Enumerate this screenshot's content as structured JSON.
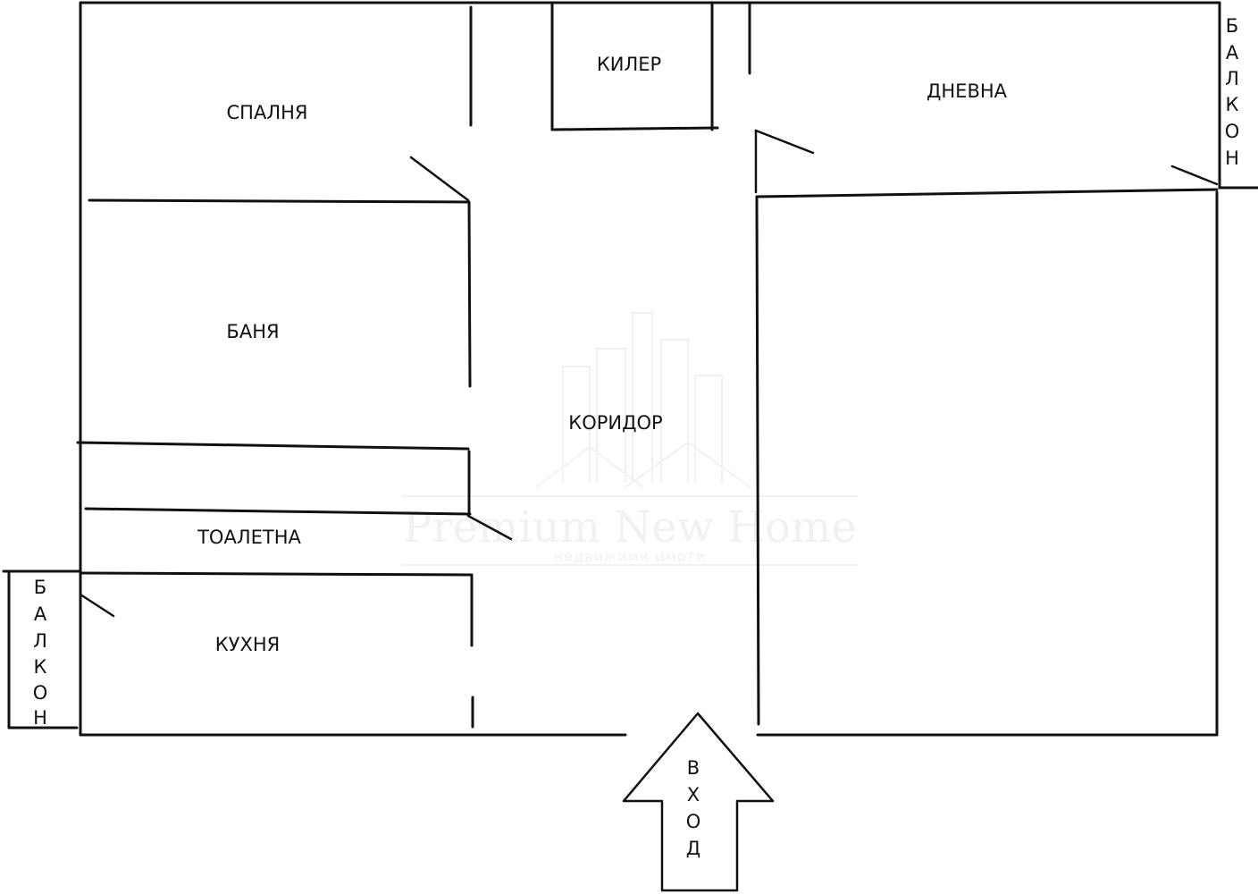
{
  "rooms": {
    "bedroom": "СПАЛНЯ",
    "storage": "КИЛЕР",
    "living_room": "ДНЕВНА",
    "bathroom": "БАНЯ",
    "corridor": "КОРИДОР",
    "toilet": "ТОАЛЕТНА",
    "kitchen": "КУХНЯ"
  },
  "balcony_right": [
    "Б",
    "А",
    "Л",
    "К",
    "О",
    "Н"
  ],
  "balcony_left": [
    "Б",
    "А",
    "Л",
    "К",
    "О",
    "Н"
  ],
  "entrance": [
    "В",
    "Х",
    "О",
    "Д"
  ],
  "watermark": {
    "brand": "Premium New Home",
    "tagline": "недвижими имоти"
  }
}
